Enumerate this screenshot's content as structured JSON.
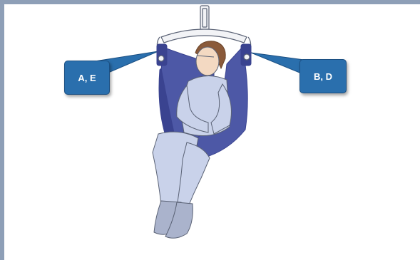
{
  "colors": {
    "frame": "#8e9fb7",
    "callout_fill": "#2a6fad",
    "callout_border": "#1b4f82",
    "callout_text": "#ffffff",
    "sling": "#4d58a6",
    "sling_dark": "#3a4390",
    "spreader_bar": "#f2f3f6",
    "patient_clothing": "#c9d2ea",
    "patient_outline": "#5a6275"
  },
  "callouts": {
    "left": {
      "label": "A, E"
    },
    "right": {
      "label": "B, D"
    }
  },
  "icons": {
    "illustration": "patient-in-sling-lift-illustration"
  }
}
